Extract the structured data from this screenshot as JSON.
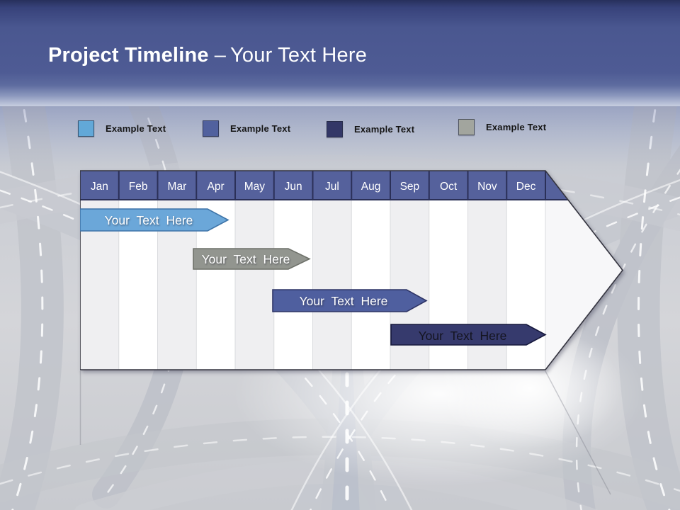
{
  "slide": {
    "title": {
      "primary": "Project Timeline",
      "separator": "–",
      "secondary": "Your Text Here"
    },
    "background": "grayscale tangled highway interchange photo, blue gradient title band"
  },
  "colors": {
    "header_top": "#27305C",
    "header_mid": "#4E5B94",
    "header_fade": "#C7CEE0",
    "month_band": "#55619C",
    "month_band_border": "#2B3058",
    "column_stripe_gray": "#EFEFF1",
    "column_stripe_white": "#FFFFFF",
    "arrow_body_fill": "#F7F7F9",
    "chart_outline": "#34343F"
  },
  "legend": {
    "items": [
      {
        "label": "Example Text",
        "color": "#62A8D8",
        "border": "#3E74A8"
      },
      {
        "label": "Example Text",
        "color": "#51619E",
        "border": "#2F3566"
      },
      {
        "label": "Example Text",
        "color": "#333767",
        "border": "#16183C"
      },
      {
        "label": "Example Text",
        "color": "#A2A59E",
        "border": "#6E716A"
      }
    ]
  },
  "chart_data": {
    "type": "bar",
    "subtype": "gantt-timeline-arrow",
    "title": "",
    "categories": [
      "Jan",
      "Feb",
      "Mar",
      "Apr",
      "May",
      "Jun",
      "Jul",
      "Aug",
      "Sep",
      "Oct",
      "Nov",
      "Dec"
    ],
    "x_axis": {
      "unit": "months",
      "range": [
        0,
        12
      ],
      "position": "top",
      "style": "blue header band"
    },
    "grid": "alternating vertical month columns (gray/white)",
    "legend_position": "top, outside chart",
    "container_shape": "large right-pointing arrow enclosing all 12 months",
    "series": [
      {
        "row": 1,
        "label": "Your Text Here",
        "start_month": 0.0,
        "end_month": 3.8,
        "color": "#6BA7D9",
        "border": "#3E74A8",
        "text_color": "#FFFFFF"
      },
      {
        "row": 2,
        "label": "Your Text Here",
        "start_month": 2.9,
        "end_month": 5.9,
        "color": "#92958F",
        "border": "#6E716A",
        "text_color": "#FFFFFF"
      },
      {
        "row": 3,
        "label": "Your Text Here",
        "start_month": 5.0,
        "end_month": 8.9,
        "color": "#4F5F9F",
        "border": "#2F3566",
        "text_color": "#FFFFFF"
      },
      {
        "row": 4,
        "label": "Your Text Here",
        "start_month": 8.0,
        "end_month": 12.0,
        "color": "#363A6D",
        "border": "#16183C",
        "text_color": "#141420"
      }
    ]
  }
}
